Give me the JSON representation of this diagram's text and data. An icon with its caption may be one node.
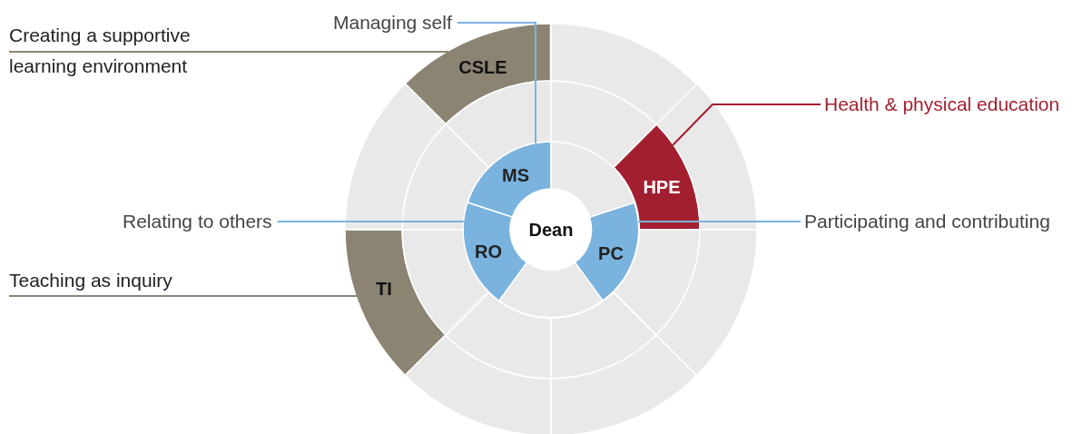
{
  "diagram": {
    "nodes": [
      {
        "text": [
          "Creating a supportive learning environment"
        ]
      },
      {
        "text": [
          "Managing self"
        ]
      },
      {
        "text": [
          "Health & physical education"
        ]
      },
      {
        "text": [
          "Relating to others"
        ]
      },
      {
        "text": [
          "Participating and contributing"
        ]
      },
      {
        "text": [
          "Teaching as inquiry"
        ]
      },
      {
        "text": [
          "Dean"
        ]
      },
      {
        "text": [
          "MS"
        ]
      },
      {
        "text": [
          "RO"
        ]
      },
      {
        "text": [
          "PC"
        ]
      },
      {
        "text": [
          "HPE"
        ]
      },
      {
        "text": [
          "CSLE"
        ]
      },
      {
        "text": [
          "TI"
        ]
      },
      {
        "text": [],
        "shape": "segment"
      },
      {
        "text": [],
        "shape": "segment"
      },
      {
        "text": [],
        "shape": "segment"
      },
      {
        "text": [],
        "shape": "segment"
      },
      {
        "text": [],
        "shape": "segment"
      },
      {
        "text": [],
        "shape": "segment"
      },
      {
        "text": [],
        "shape": "segment"
      },
      {
        "text": [],
        "shape": "segment"
      },
      {
        "text": [],
        "shape": "segment"
      },
      {
        "text": [],
        "shape": "segment"
      },
      {
        "text": [],
        "shape": "segment"
      },
      {
        "text": [],
        "shape": "segment"
      },
      {
        "text": [],
        "shape": "segment"
      },
      {
        "text": [],
        "shape": "segment"
      },
      {
        "text": [],
        "shape": "segment"
      }
    ],
    "edges": [
      {
        "from": 0,
        "to": 11,
        "arrow": "none",
        "color": "#8c8473"
      },
      {
        "from": 1,
        "to": 7,
        "arrow": "none"
      },
      {
        "from": 2,
        "to": 10,
        "arrow": "none",
        "color": "#a21f2f"
      },
      {
        "from": 3,
        "to": 8,
        "arrow": "none"
      },
      {
        "from": 4,
        "to": 9,
        "arrow": "none"
      },
      {
        "from": 5,
        "to": 12,
        "arrow": "none",
        "color": "#8c8473"
      }
    ]
  }
}
